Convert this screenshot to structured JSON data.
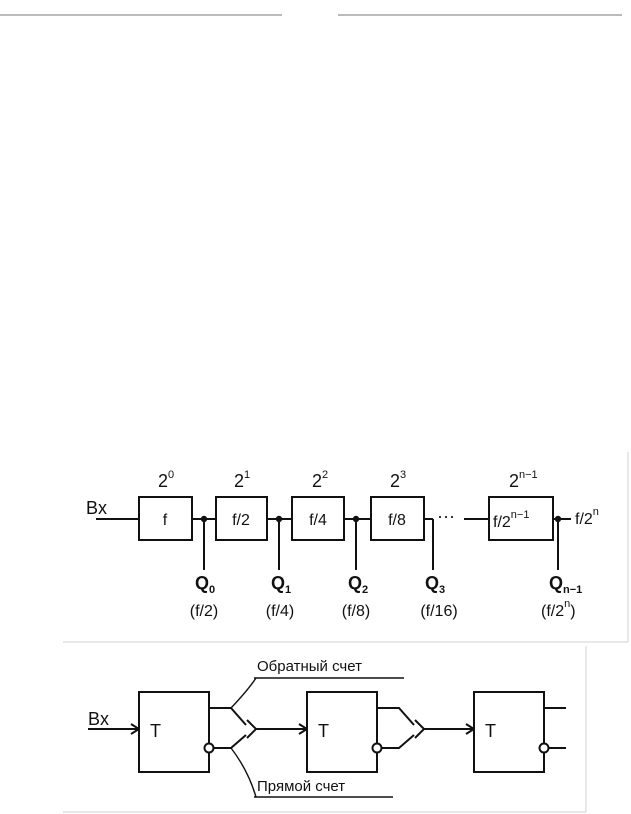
{
  "diagram1": {
    "input_label": "Bx",
    "stages": [
      {
        "weight_base": "2",
        "weight_exp": "0",
        "box_base": "f",
        "box_exp": "",
        "out_letter": "Q",
        "out_index": "0",
        "out_freq": "(f/2)"
      },
      {
        "weight_base": "2",
        "weight_exp": "1",
        "box_base": "f/2",
        "box_exp": "",
        "out_letter": "Q",
        "out_index": "1",
        "out_freq": "(f/4)"
      },
      {
        "weight_base": "2",
        "weight_exp": "2",
        "box_base": "f/4",
        "box_exp": "",
        "out_letter": "Q",
        "out_index": "2",
        "out_freq": "(f/8)"
      },
      {
        "weight_base": "2",
        "weight_exp": "3",
        "box_base": "f/8",
        "box_exp": "",
        "out_letter": "Q",
        "out_index": "3",
        "out_freq": "(f/16)"
      },
      {
        "weight_base": "2",
        "weight_exp": "n−1",
        "box_base": "f/2",
        "box_exp": "n−1",
        "out_letter": "Q",
        "out_index": "n−1",
        "out_freq_base": "(f/2",
        "out_freq_exp": "n",
        "out_freq_tail": ")"
      }
    ],
    "ellipsis": "···",
    "output_base": "f/2",
    "output_exp": "n"
  },
  "diagram2": {
    "input_label": "Bx",
    "trigger_label": "T",
    "reverse_count_label": "Обратный счет",
    "forward_count_label": "Прямой счет"
  },
  "colors": {
    "ink": "#111111",
    "paper": "#ffffff",
    "frame": "#c8c8c8"
  }
}
